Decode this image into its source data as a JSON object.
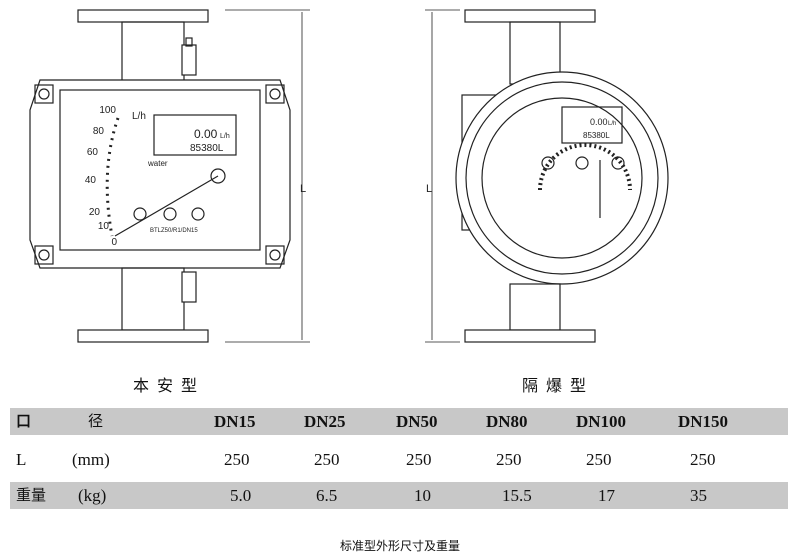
{
  "figures": {
    "left": {
      "title": "本安型",
      "dimension_label": "L",
      "scale_ticks": [
        "0",
        "10",
        "20",
        "40",
        "60",
        "80",
        "100"
      ],
      "unit": "L/h",
      "display_rate": "0.00",
      "display_unit": "L/h",
      "display_total": "85380L",
      "medium": "water",
      "model": "BTLZ50/R1/DN15"
    },
    "right": {
      "title": "隔爆型",
      "dimension_label": "L",
      "display_rate": "0.00",
      "display_unit": "L/h",
      "display_total": "85380L"
    }
  },
  "table": {
    "header": {
      "label1": "口",
      "label2": "径",
      "values": [
        "DN15",
        "DN25",
        "DN50",
        "DN80",
        "DN100",
        "DN150"
      ]
    },
    "rows": [
      {
        "label1": "L",
        "label2": "(mm)",
        "values": [
          "250",
          "250",
          "250",
          "250",
          "250",
          "250"
        ]
      },
      {
        "label1": "重量",
        "label2": "(kg)",
        "values": [
          "5.0",
          "6.5",
          "10",
          "15.5",
          "17",
          "35"
        ]
      }
    ]
  },
  "caption": "标准型外形尺寸及重量"
}
